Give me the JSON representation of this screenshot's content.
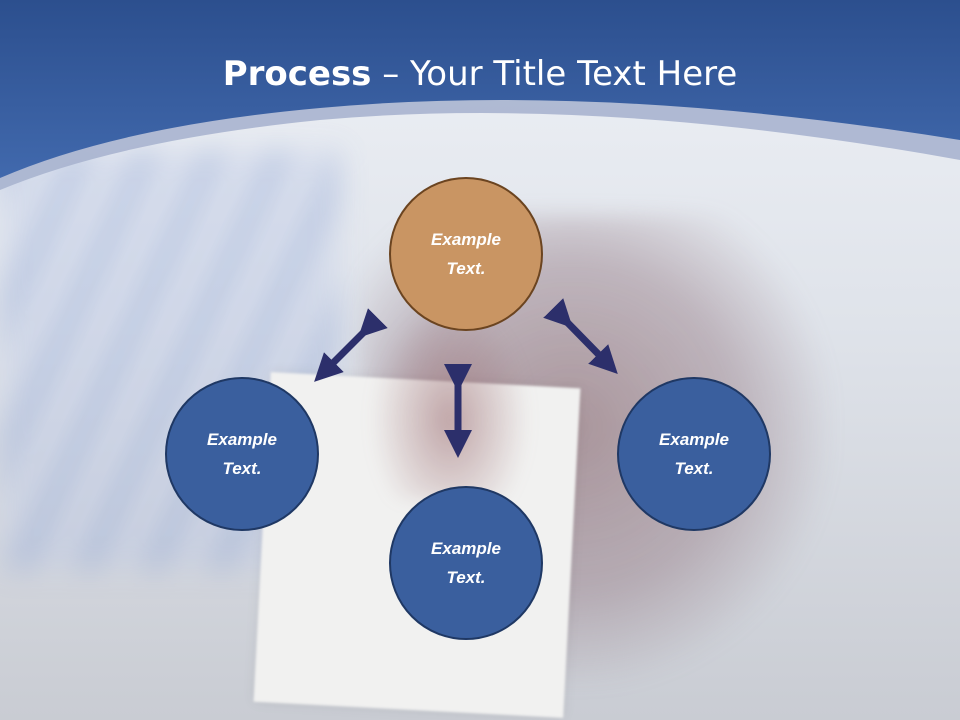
{
  "title": {
    "bold": "Process",
    "rest": " – Your Title Text Here"
  },
  "nodes": {
    "top": {
      "line1": "Example",
      "line2": "Text."
    },
    "left": {
      "line1": "Example",
      "line2": "Text."
    },
    "right": {
      "line1": "Example",
      "line2": "Text."
    },
    "bottom": {
      "line1": "Example",
      "line2": "Text."
    }
  },
  "colors": {
    "header_blue": "#3a63a8",
    "node_blue": "#3a5f9e",
    "node_orange": "#c99563",
    "arrow": "#2c2f6b"
  }
}
